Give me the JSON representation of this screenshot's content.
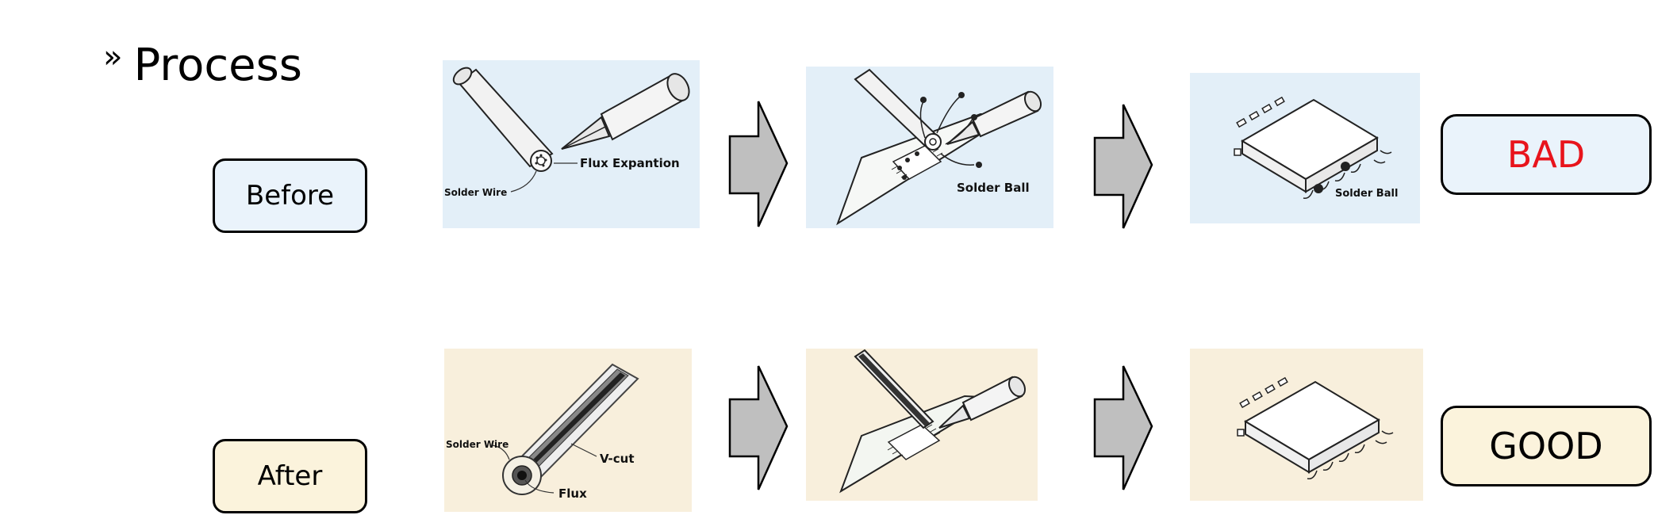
{
  "title": {
    "chevron": "»",
    "text": "Process"
  },
  "rows": {
    "before": {
      "label": "Before",
      "label_bg": "#eaf3fb",
      "panel_bg": "#e3eff8",
      "panel1": {
        "solder_wire": "Solder Wire",
        "flux": "Flux Expantion"
      },
      "panel2": {
        "solder_ball": "Solder Ball"
      },
      "panel3": {
        "solder_ball": "Solder Ball"
      },
      "result": {
        "text": "BAD",
        "color": "#e8141c",
        "bg": "#eaf3fb"
      }
    },
    "after": {
      "label": "After",
      "label_bg": "#fbf3dc",
      "panel_bg": "#f8efdc",
      "panel1": {
        "solder_wire": "Solder Wire",
        "vcut": "V-cut",
        "flux": "Flux"
      },
      "result": {
        "text": "GOOD",
        "color": "#000000",
        "bg": "#fbf3dc"
      }
    }
  },
  "colors": {
    "arrow_fill": "#bfbfbf",
    "arrow_stroke": "#000000"
  },
  "icons": {
    "arrow": "right-arrow-icon",
    "chevron": "double-chevron-icon"
  }
}
